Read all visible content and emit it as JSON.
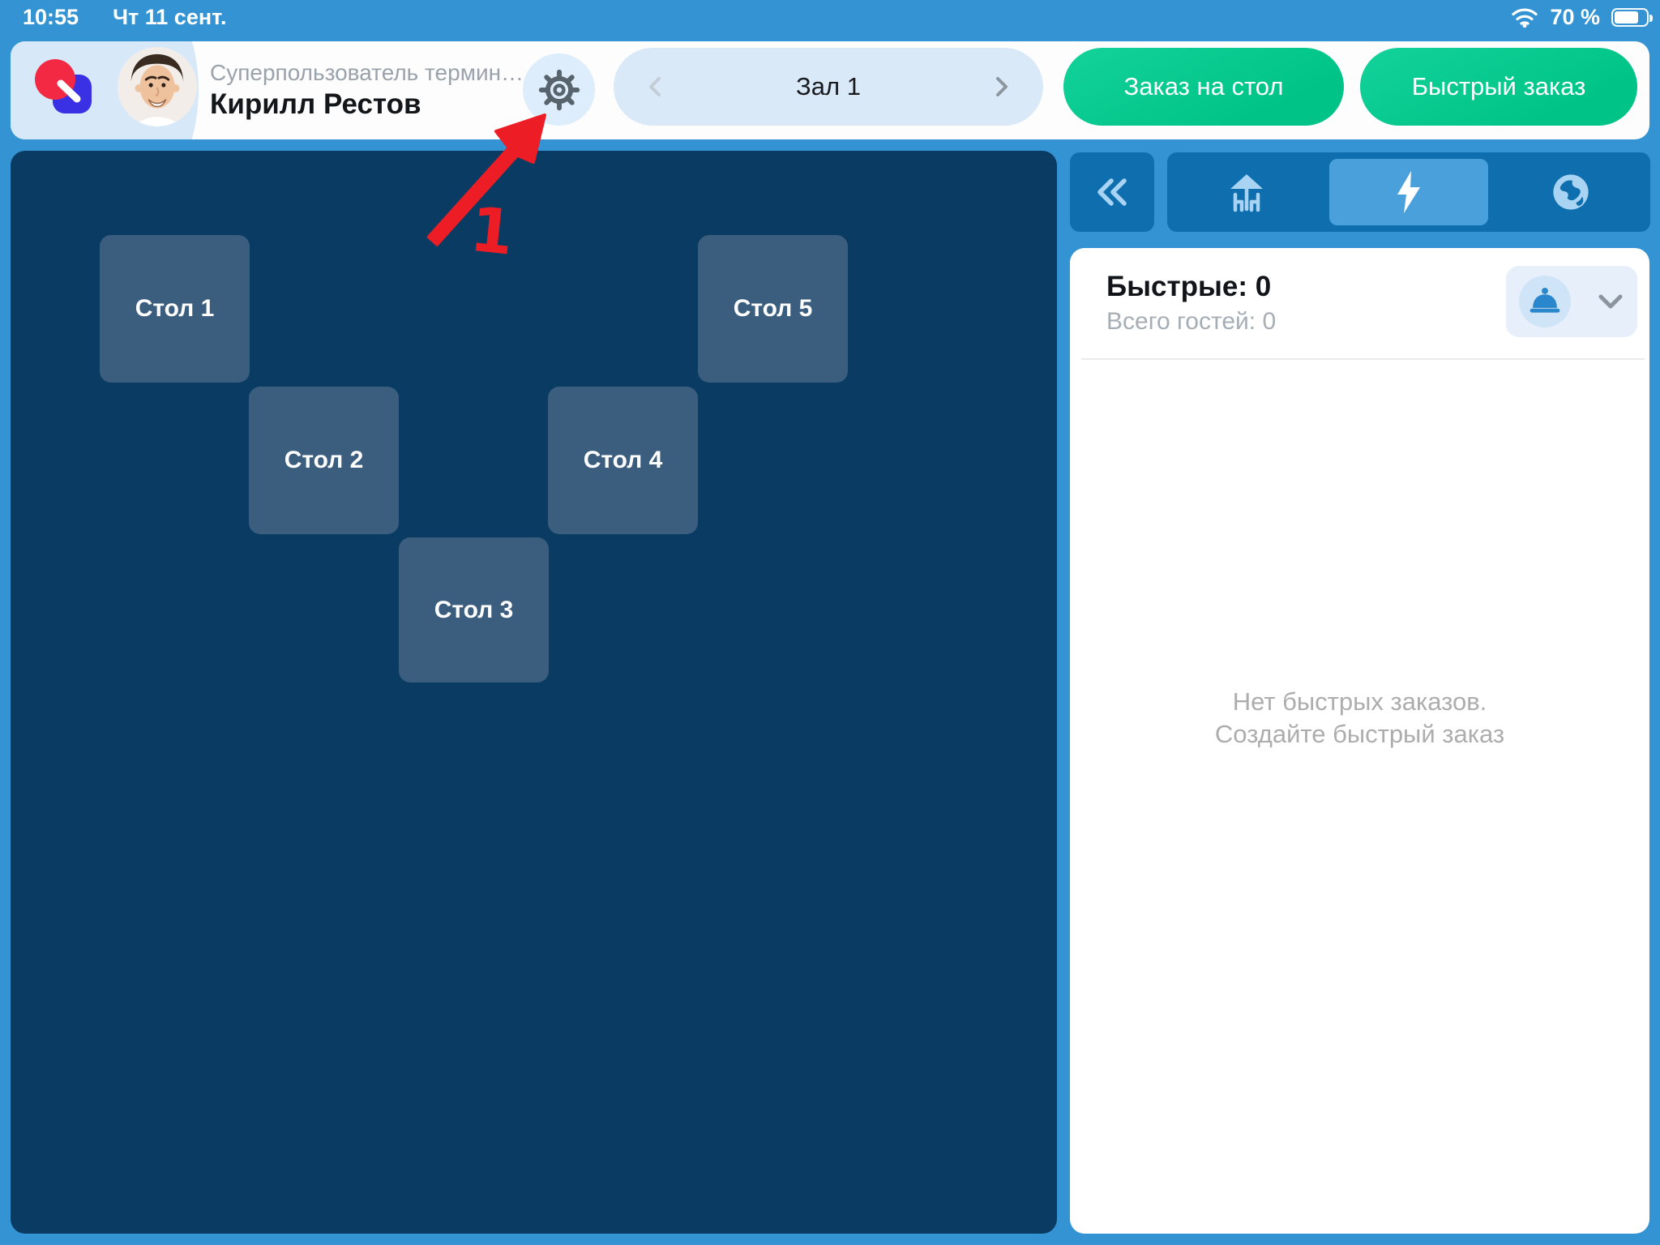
{
  "status_bar": {
    "time": "10:55",
    "date": "Чт 11 сент.",
    "wifi_icon": "wifi",
    "battery_percent": "70 %",
    "battery_level": 70,
    "battery_icon": "battery"
  },
  "header": {
    "app_logo_icon": "quick-resto-logo",
    "user_role": "Суперпользователь термин…",
    "user_name": "Кирилл Рестов",
    "settings_icon": "gear",
    "hall_selector": {
      "label": "Зал 1",
      "prev_icon": "chevron-left",
      "next_icon": "chevron-right"
    },
    "table_order_label": "Заказ на стол",
    "quick_order_label": "Быстрый заказ"
  },
  "floor_plan": {
    "hall": "Зал 1",
    "tables": [
      {
        "label": "Стол 1"
      },
      {
        "label": "Стол 2"
      },
      {
        "label": "Стол 3"
      },
      {
        "label": "Стол 4"
      },
      {
        "label": "Стол 5"
      }
    ]
  },
  "right_panel": {
    "collapse_icon": "double-chevron-left",
    "tabs": [
      {
        "id": "hall-tables",
        "icon": "patio-table",
        "selected": false
      },
      {
        "id": "quick-orders",
        "icon": "lightning-bolt",
        "selected": true
      },
      {
        "id": "online-orders",
        "icon": "globe",
        "selected": false
      }
    ],
    "title": "Быстрые: 0",
    "subtitle": "Всего гостей: 0",
    "serve_button_icon": "cloche",
    "serve_button_chevron": "chevron-down",
    "empty_line1": "Нет быстрых заказов.",
    "empty_line2": "Создайте быстрый заказ"
  },
  "annotation": {
    "step": "1",
    "color": "#ec1d25"
  },
  "colors": {
    "page_background": "#3493d3",
    "floor_background": "#0a3c63",
    "table_fill": "#3b5e7f",
    "primary_green": "#00c487",
    "tab_bar_blue": "#0f6fae",
    "tab_selected_blue": "#4aa0db",
    "light_blue_pill": "#d9e9f7",
    "annotation_red": "#ec1d25"
  }
}
